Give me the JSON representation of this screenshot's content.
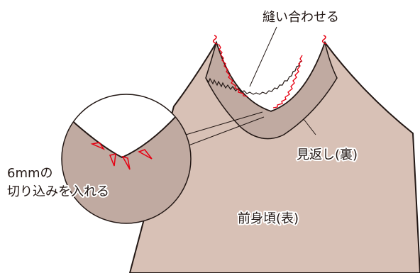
{
  "labels": {
    "sew_together": "縫い合わせる",
    "facing_back": "見返し(裏)",
    "front_body_front": "前身頃(表)",
    "notch_size": "6mmの",
    "notch_action": "切り込みを入れる"
  },
  "colors": {
    "body_fill": "#d8c1b6",
    "facing_fill": "#c0aaa1",
    "outline": "#231815",
    "stitch_red": "#e60012",
    "background": "#ffffff"
  }
}
